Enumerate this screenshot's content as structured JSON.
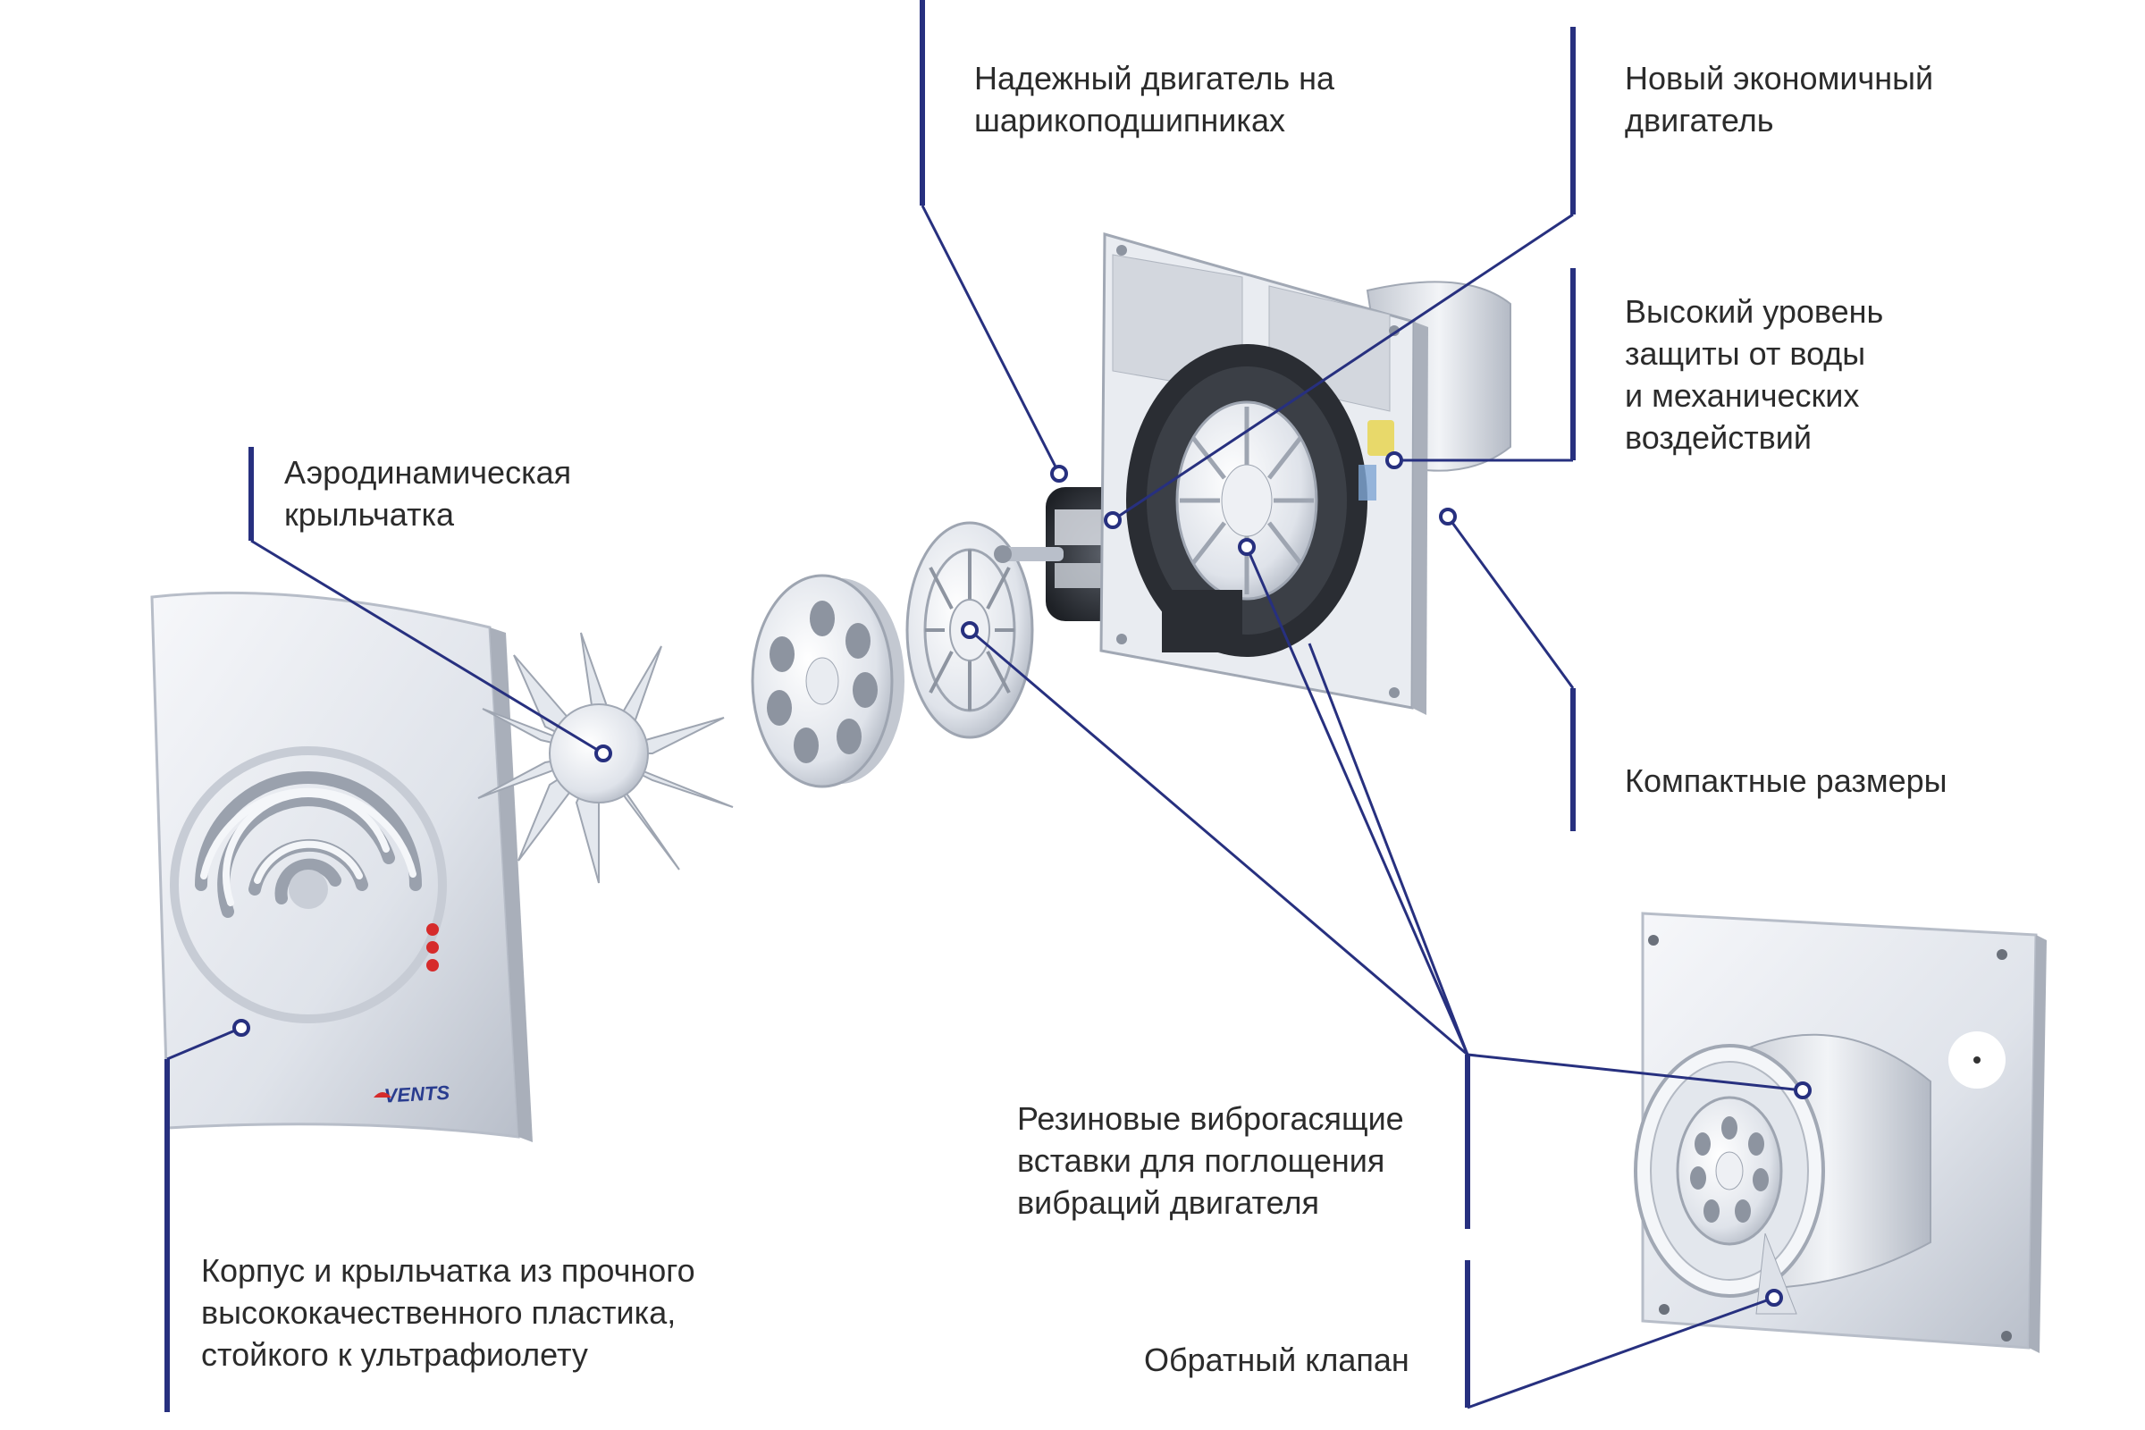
{
  "callouts": {
    "motor_bearings": [
      "Надежный двигатель на",
      "шарикоподшипниках"
    ],
    "new_motor": [
      "Новый экономичный",
      "двигатель"
    ],
    "protection": [
      "Высокий уровень",
      "защиты от воды",
      "и механических",
      "воздействий"
    ],
    "impeller": [
      "Аэродинамическая",
      "крыльчатка"
    ],
    "compact": [
      "Компактные размеры"
    ],
    "rubber": [
      "Резиновые виброгасящие",
      "вставки для поглощения",
      "вибраций двигателя"
    ],
    "housing": [
      "Корпус и крыльчатка из прочного",
      "высококачественного пластика,",
      "стойкого к ультрафиолету"
    ],
    "valve": [
      "Обратный клапан"
    ]
  },
  "brand": {
    "logo": "VENTS"
  },
  "colors": {
    "callout_line": "#27307f",
    "fan_body": "#e6e9ef",
    "fan_shadow": "#aeb4bf",
    "indicator": "#d62b2b"
  }
}
